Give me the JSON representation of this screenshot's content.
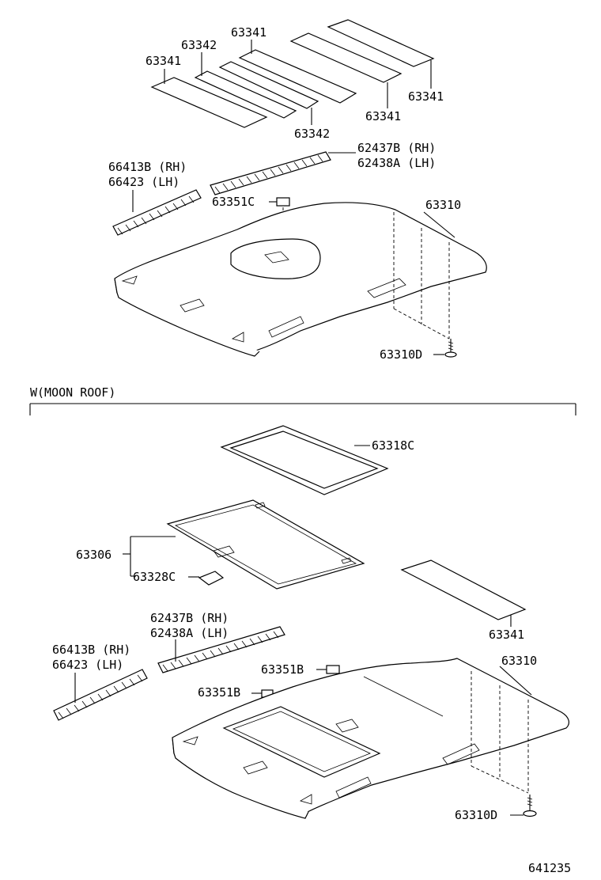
{
  "section_title": "W(MOON  ROOF)",
  "drawing_number": "641235",
  "top_section": {
    "labels": {
      "p63341_a": "63341",
      "p63342_a": "63342",
      "p63341_b": "63341",
      "p63342_b": "63342",
      "p63341_c": "63341",
      "p63341_d": "63341",
      "p62437b": "62437B (RH)",
      "p62438a": "62438A (LH)",
      "p66413b": "66413B (RH)",
      "p66423": "66423  (LH)",
      "p63351c": "63351C",
      "p63310": "63310",
      "p63310d": "63310D"
    }
  },
  "bottom_section": {
    "labels": {
      "p63318c": "63318C",
      "p63306": "63306",
      "p63328c": "63328C",
      "p62437b": "62437B (RH)",
      "p62438a": "62438A (LH)",
      "p66413b": "66413B (RH)",
      "p66423": "66423  (LH)",
      "p63351b_a": "63351B",
      "p63351b_b": "63351B",
      "p63341": "63341",
      "p63310": "63310",
      "p63310d": "63310D"
    }
  }
}
